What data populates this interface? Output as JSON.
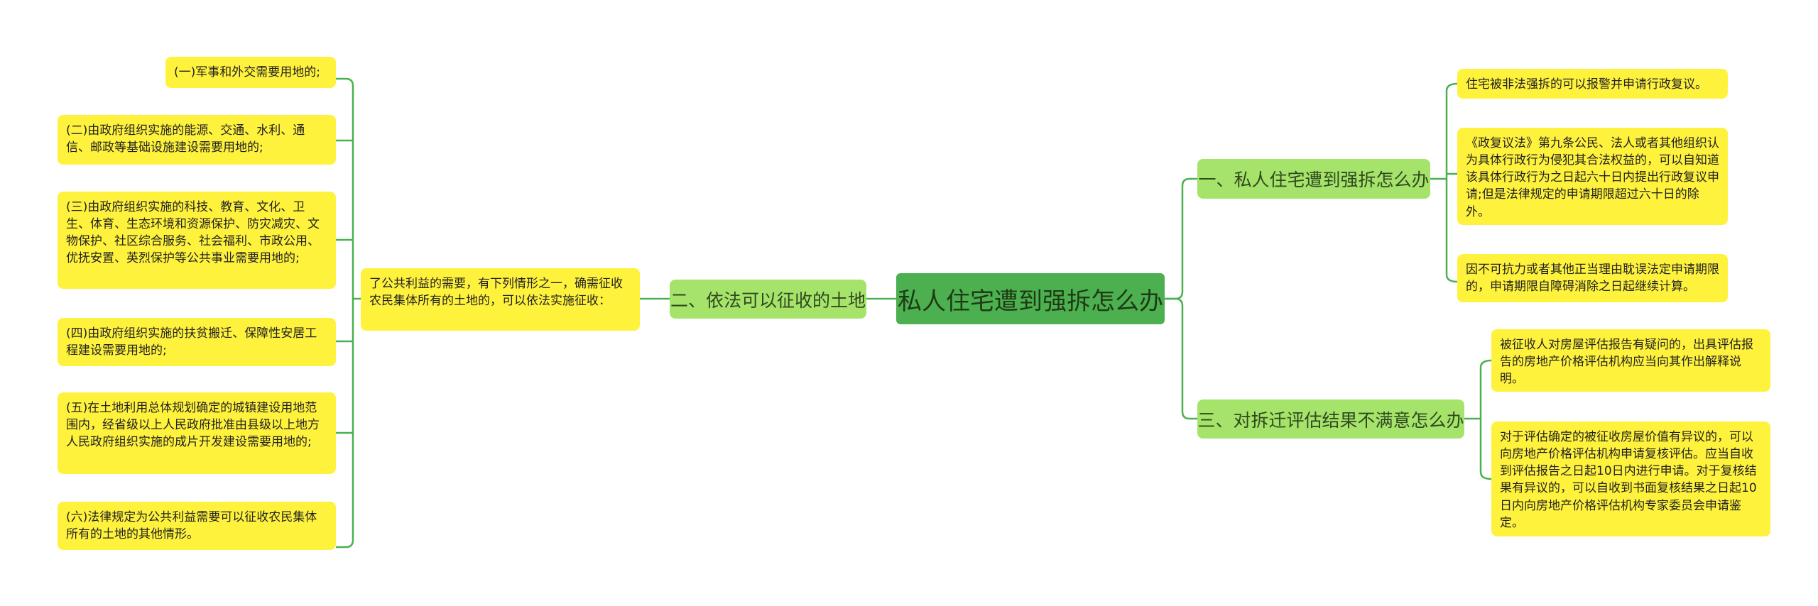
{
  "mindmap": {
    "root": "私人住宅遭到强拆怎么办",
    "branch1": {
      "label": "一、私人住宅遭到强拆怎么办",
      "children": [
        "住宅被非法强拆的可以报警并申请行政复议。",
        "《政复议法》第九条公民、法人或者其他组织认为具体行政行为侵犯其合法权益的，可以自知道该具体行政行为之日起六十日内提出行政复议申请;但是法律规定的申请期限超过六十日的除外。",
        "因不可抗力或者其他正当理由耽误法定申请期限的，申请期限自障碍消除之日起继续计算。"
      ]
    },
    "branch2": {
      "label": "二、依法可以征收的土地",
      "intro": "了公共利益的需要，有下列情形之一，确需征收农民集体所有的土地的，可以依法实施征收：",
      "children": [
        "(一)军事和外交需要用地的;",
        "(二)由政府组织实施的能源、交通、水利、通信、邮政等基础设施建设需要用地的;",
        "(三)由政府组织实施的科技、教育、文化、卫生、体育、生态环境和资源保护、防灾减灾、文物保护、社区综合服务、社会福利、市政公用、优抚安置、英烈保护等公共事业需要用地的;",
        "(四)由政府组织实施的扶贫搬迁、保障性安居工程建设需要用地的;",
        "(五)在土地利用总体规划确定的城镇建设用地范围内，经省级以上人民政府批准由县级以上地方人民政府组织实施的成片开发建设需要用地的;",
        "(六)法律规定为公共利益需要可以征收农民集体所有的土地的其他情形。"
      ]
    },
    "branch3": {
      "label": "三、对拆迁评估结果不满意怎么办",
      "children": [
        "被征收人对房屋评估报告有疑问的，出具评估报告的房地产价格评估机构应当向其作出解释说明。",
        "对于评估确定的被征收房屋价值有异议的，可以向房地产价格评估机构申请复核评估。应当自收到评估报告之日起10日内进行申请。对于复核结果有异议的，可以自收到书面复核结果之日起10日内向房地产价格评估机构专家委员会申请鉴定。"
      ]
    }
  }
}
